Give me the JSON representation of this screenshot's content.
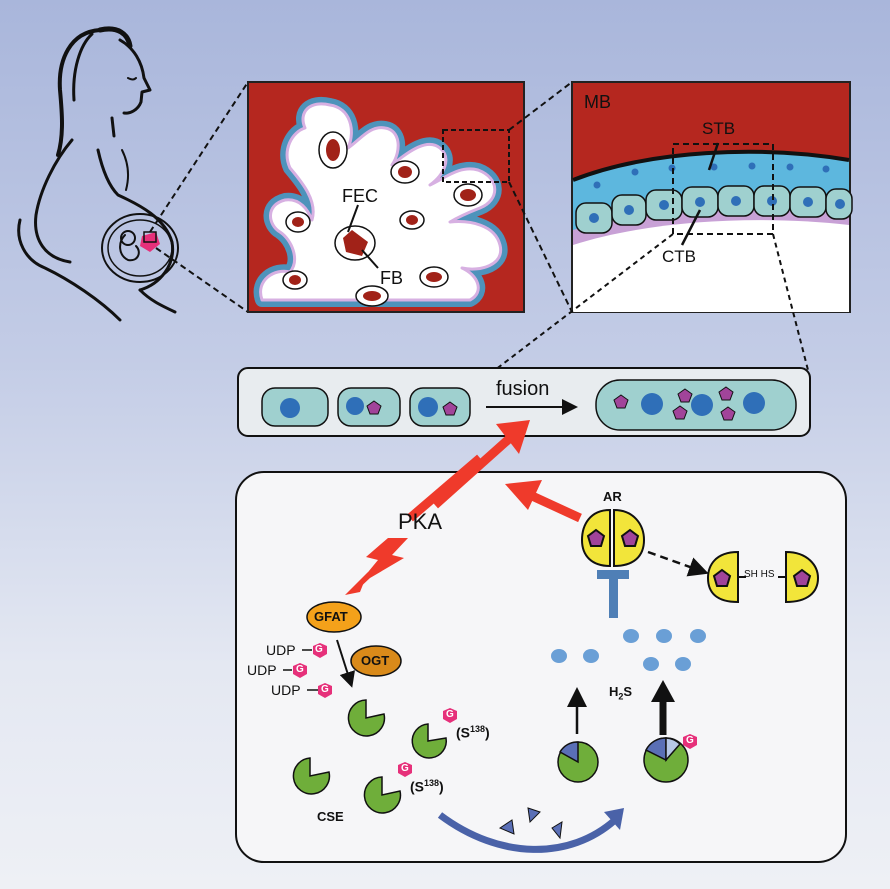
{
  "labels": {
    "fec": "FEC",
    "fb": "FB",
    "mb": "MB",
    "stb": "STB",
    "ctb": "CTB",
    "fusion": "fusion",
    "pka": "PKA",
    "ar": "AR",
    "gfat": "GFAT",
    "ogt": "OGT",
    "udp": "UDP",
    "glyco": "G",
    "s138_prefix": "(S",
    "s138_sup": "138",
    "s138_suffix": ")",
    "cse": "CSE",
    "h2s_h": "H",
    "h2s_sub": "2",
    "h2s_s": "S",
    "sh_pair": "SH HS"
  },
  "colors": {
    "villi_red": "#b5271f",
    "stb_blue": "#5db7de",
    "ctb_cell": "#9fd0cf",
    "nucleus": "#2f6fb8",
    "basement": "#c8a1d6",
    "pentagon": "#a1449a",
    "arrow_red": "#ef3a2b",
    "enzyme_green": "#6fae3a",
    "gfat_orange": "#f4a11a",
    "ogt_orange": "#d98a1a",
    "glyco_pink": "#e6307a",
    "ar_yellow": "#f2e53a",
    "inhibit_blue": "#4f7fb6",
    "h2s_dot": "#6a9fd6"
  }
}
